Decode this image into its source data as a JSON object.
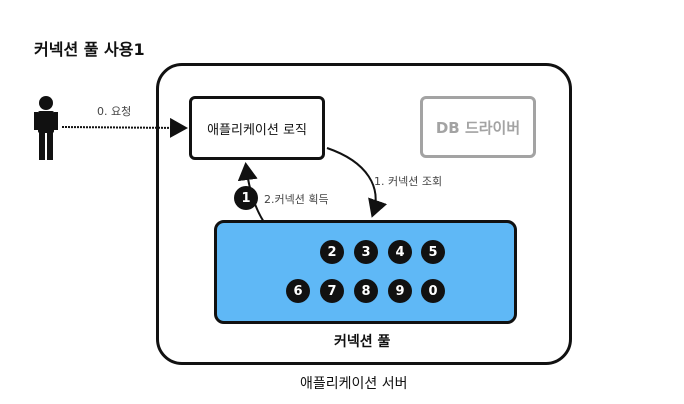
{
  "title": "커넥션 풀 사용1",
  "request_label": "0. 요청",
  "logic_label": "애플리케이션 로직",
  "db_driver_label": "DB 드라이버",
  "lookup_label": "1. 커넥션 조회",
  "acquire_label": "2.커넥션 획득",
  "acquired_connection": "1",
  "pool_connections_row1": [
    "2",
    "3",
    "4",
    "5"
  ],
  "pool_connections_row2": [
    "6",
    "7",
    "8",
    "9",
    "0"
  ],
  "pool_label": "커넥션 풀",
  "server_label": "애플리케이션 서버"
}
